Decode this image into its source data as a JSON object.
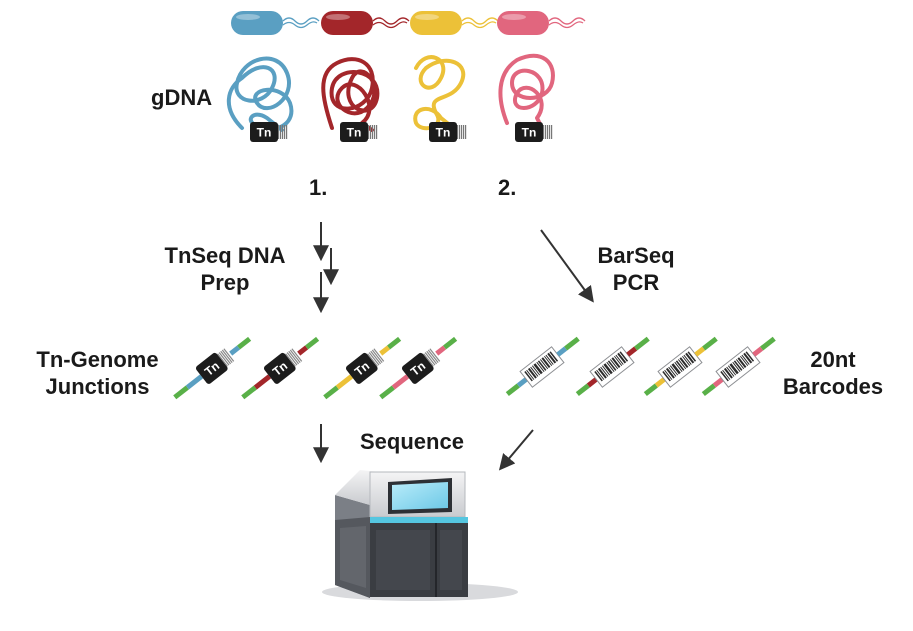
{
  "labels": {
    "gdna": "gDNA",
    "step1": "1.",
    "step2": "2.",
    "tnseq_line1": "TnSeq DNA",
    "tnseq_line2": "Prep",
    "barseq_line1": "BarSeq",
    "barseq_line2": "PCR",
    "junctions_line1": "Tn-Genome",
    "junctions_line2": "Junctions",
    "barcodes_line1": "20nt",
    "barcodes_line2": "Barcodes",
    "sequence": "Sequence",
    "tn": "Tn"
  },
  "strains": [
    {
      "name": "blue",
      "color": "#5a9fc2"
    },
    {
      "name": "red",
      "color": "#a3262a"
    },
    {
      "name": "yellow",
      "color": "#ecc138"
    },
    {
      "name": "pink",
      "color": "#e1667e"
    }
  ],
  "colors": {
    "genome_end": "#59b048",
    "tn_block": "#1c1c1c",
    "arrow": "#333333",
    "sequencer_body": "#3a3d42",
    "sequencer_screen": "#8fd9f0"
  }
}
